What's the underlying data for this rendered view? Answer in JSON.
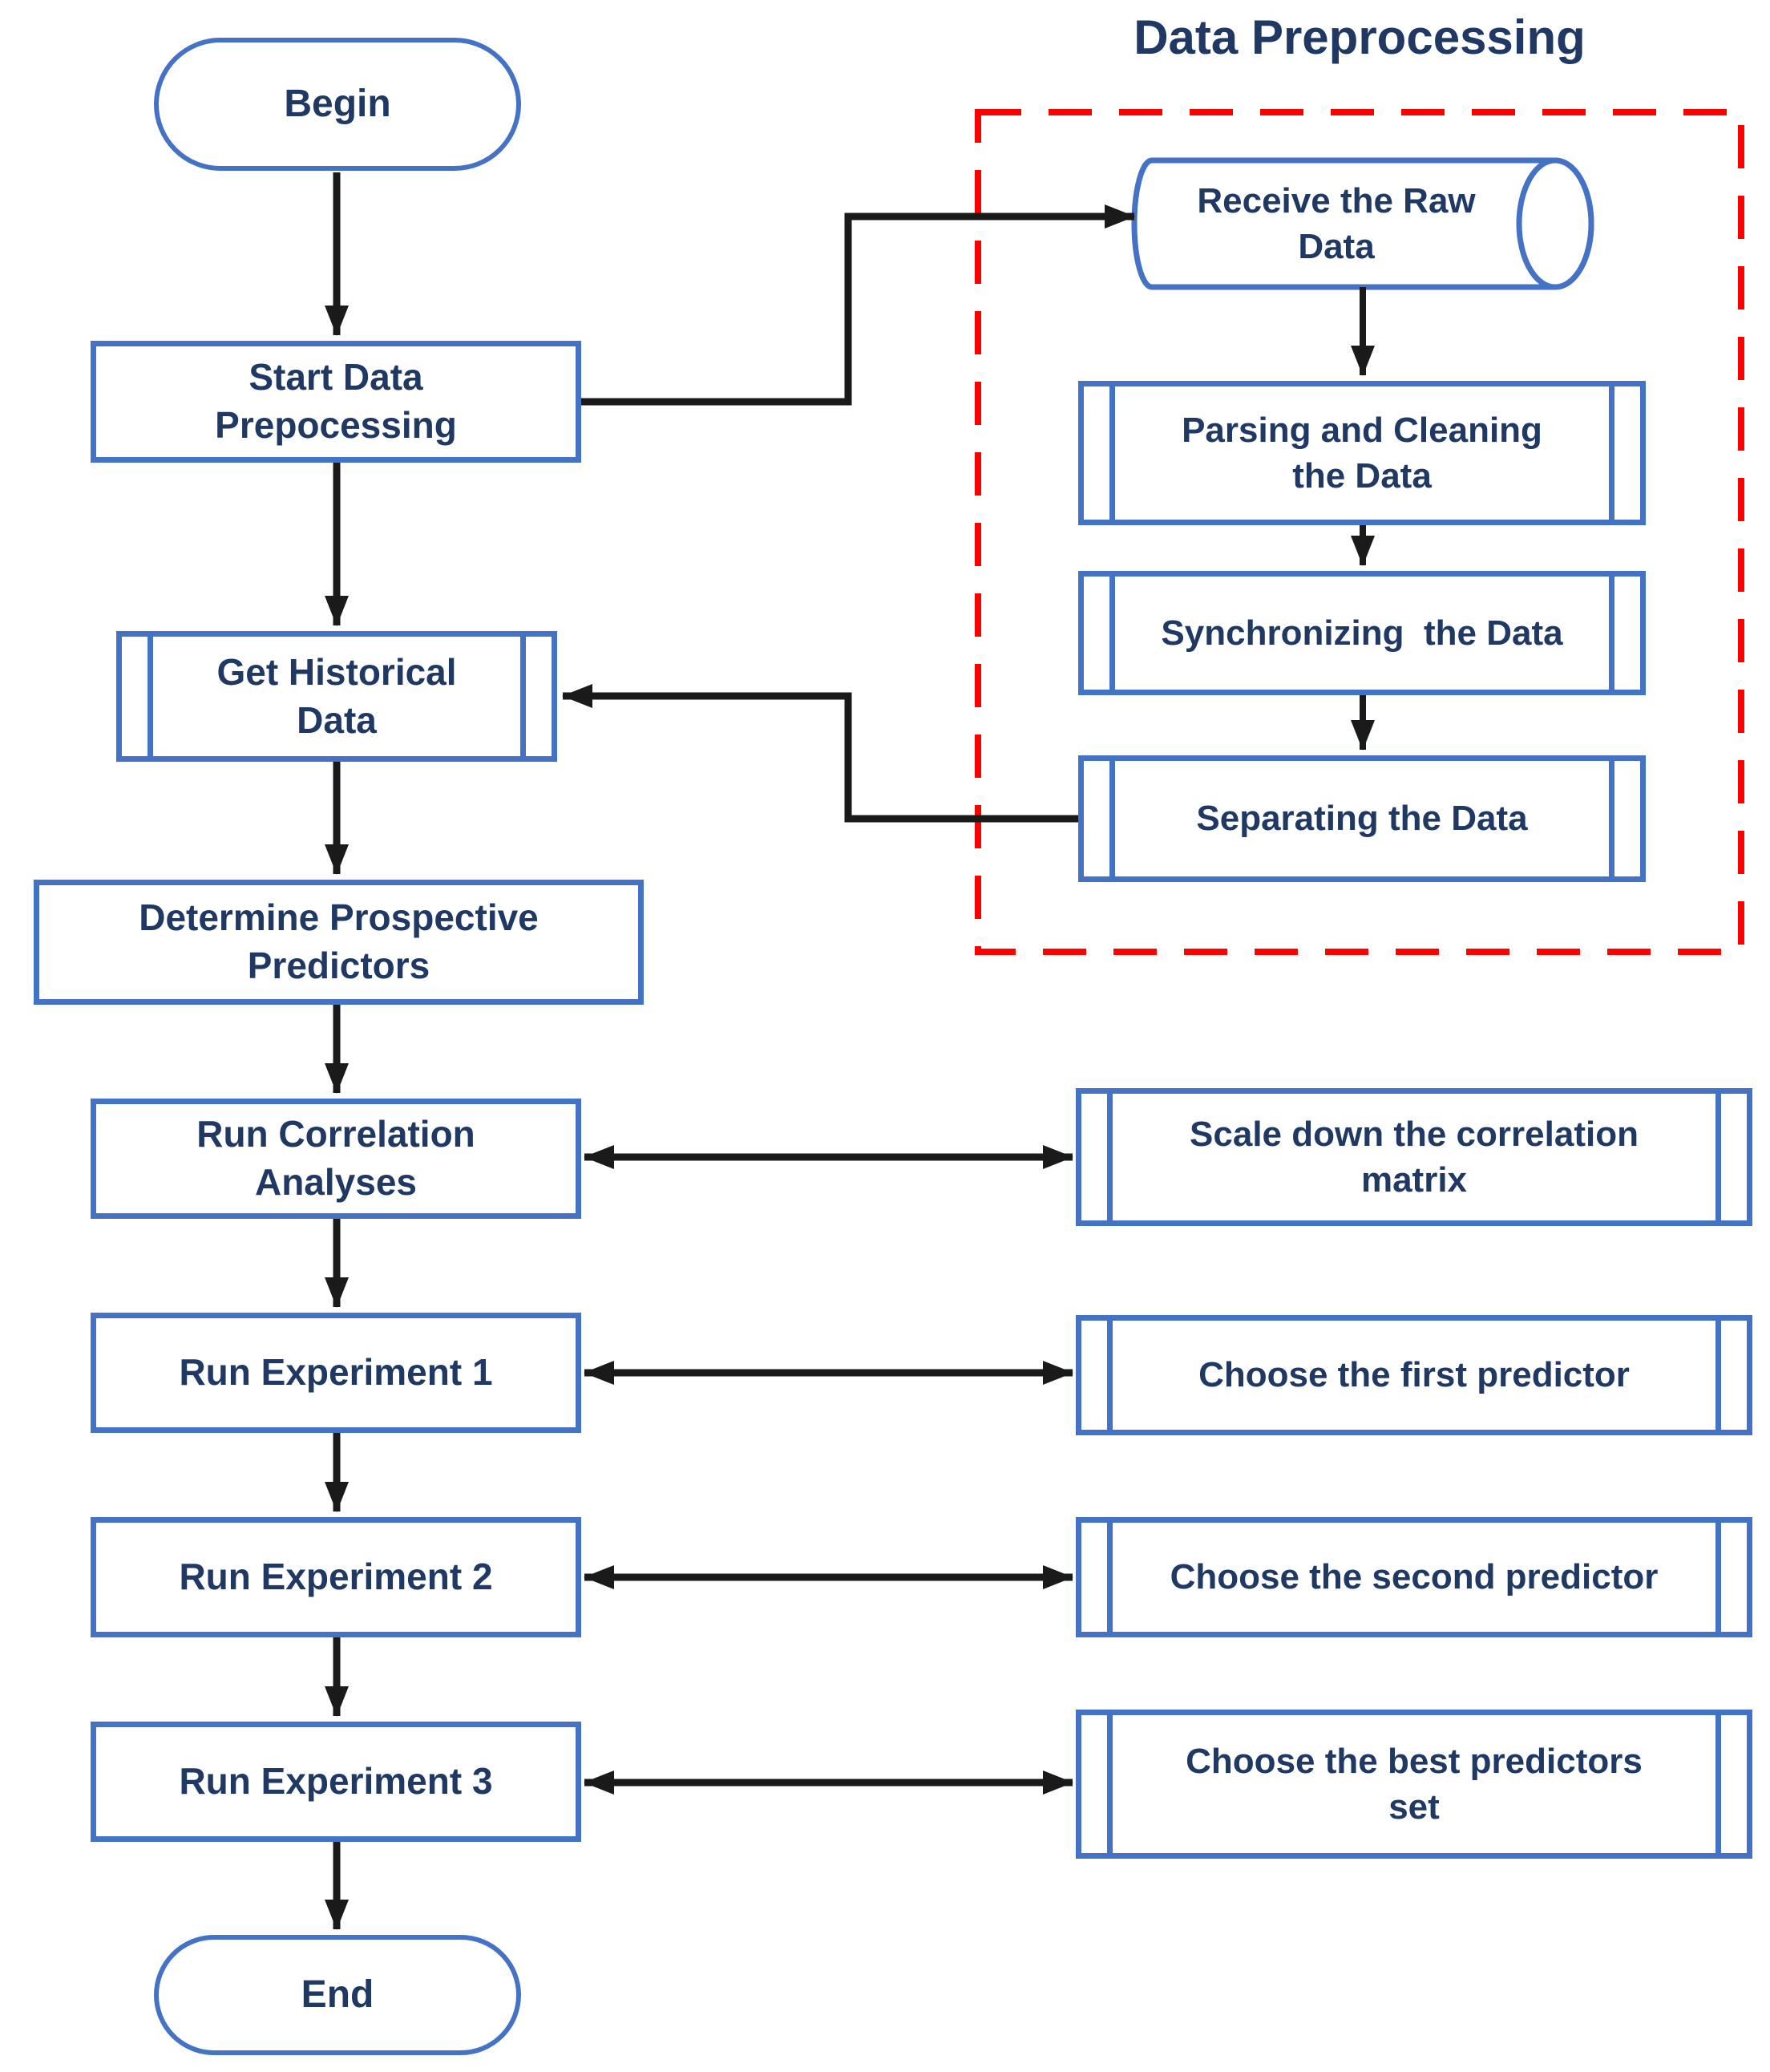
{
  "section": {
    "title": "Data Preprocessing"
  },
  "colors": {
    "shape_border": "#4472C4",
    "shape_text": "#1F3864",
    "group_dashed_border": "#FF0000",
    "connector": "#1a1a1a",
    "background": "#ffffff"
  },
  "nodes": {
    "begin": {
      "label": "Begin",
      "shape": "terminator"
    },
    "start_preprocessing": {
      "lines": [
        "Start Data",
        "Prepocessing"
      ],
      "shape": "process"
    },
    "get_historical": {
      "lines": [
        "Get Historical",
        "Data"
      ],
      "shape": "predefined-process"
    },
    "determine_predictors": {
      "lines": [
        "Determine Prospective",
        "Predictors"
      ],
      "shape": "process"
    },
    "run_correlation": {
      "lines": [
        "Run Correlation",
        "Analyses"
      ],
      "shape": "process"
    },
    "run_experiment_1": {
      "label": "Run Experiment 1",
      "shape": "process"
    },
    "run_experiment_2": {
      "label": "Run Experiment 2",
      "shape": "process"
    },
    "run_experiment_3": {
      "label": "Run Experiment 3",
      "shape": "process"
    },
    "end": {
      "label": "End",
      "shape": "terminator"
    },
    "receive_raw": {
      "lines": [
        "Receive the Raw",
        "Data"
      ],
      "shape": "stored-data-cylinder"
    },
    "parsing_cleaning": {
      "lines": [
        "Parsing and Cleaning",
        "the Data"
      ],
      "shape": "predefined-process"
    },
    "synchronizing": {
      "label": "Synchronizing  the Data",
      "shape": "predefined-process"
    },
    "separating": {
      "label": "Separating the Data",
      "shape": "predefined-process"
    },
    "scale_down": {
      "lines": [
        "Scale down the correlation",
        "matrix"
      ],
      "shape": "predefined-process"
    },
    "choose_first": {
      "label": "Choose the first predictor",
      "shape": "predefined-process"
    },
    "choose_second": {
      "label": "Choose the second predictor",
      "shape": "predefined-process"
    },
    "choose_best": {
      "lines": [
        "Choose the best predictors",
        "set"
      ],
      "shape": "predefined-process"
    }
  }
}
